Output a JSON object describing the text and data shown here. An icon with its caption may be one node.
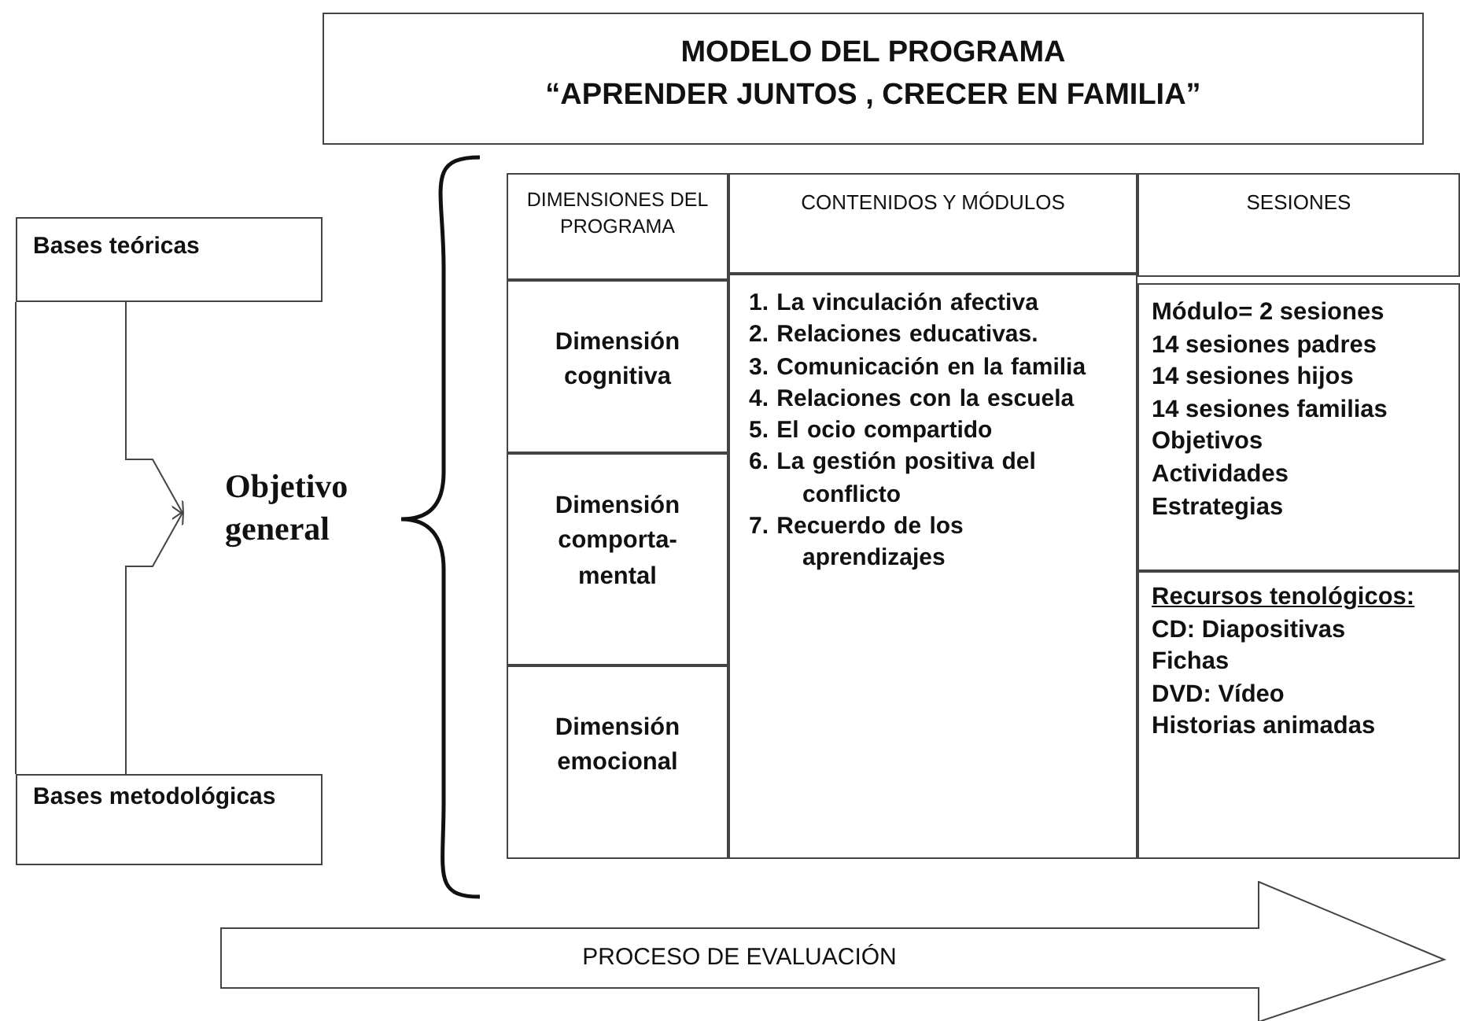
{
  "diagram": {
    "nodes": [
      {
        "text": [
          "MODELO DEL PROGRAMA",
          "“APRENDER JUNTOS , CRECER EN FAMILIA”"
        ]
      },
      {
        "text": [
          "Bases teóricas"
        ]
      },
      {
        "text": [
          "Bases metodológicas"
        ]
      },
      {
        "text": [
          "Objetivo general"
        ]
      },
      {
        "text": [
          "DIMENSIONES DEL PROGRAMA"
        ]
      },
      {
        "text": [
          "CONTENIDOS Y MÓDULOS"
        ]
      },
      {
        "text": [
          "SESIONES"
        ]
      },
      {
        "text": [
          "Dimensión cognitiva"
        ]
      },
      {
        "text": [
          "Dimensión comporta- mental"
        ]
      },
      {
        "text": [
          "Dimensión emocional"
        ]
      },
      {
        "text": [
          "1. La vinculación afectiva",
          "2. Relaciones educativas.",
          "3. Comunicación en la familia",
          "4. Relaciones con la escuela",
          "5. El ocio compartido",
          "6. La gestión positiva del conflicto",
          "7. Recuerdo de los aprendizajes"
        ]
      },
      {
        "text": [
          "Módulo= 2 sesiones",
          "14 sesiones padres",
          "14 sesiones hijos",
          "14 sesiones familias",
          "Objetivos",
          "Actividades",
          "Estrategias"
        ]
      },
      {
        "text": [
          "Recursos tenológicos:",
          "CD: Diapositivas",
          "Fichas",
          "DVD: Vídeo",
          "Historias animadas"
        ]
      },
      {
        "text": [
          "PROCESO DE EVALUACIÓN"
        ]
      }
    ],
    "edges": [
      {
        "from": 1,
        "to": 3,
        "arrow": "to"
      },
      {
        "from": 2,
        "to": 3,
        "arrow": "to"
      }
    ]
  }
}
